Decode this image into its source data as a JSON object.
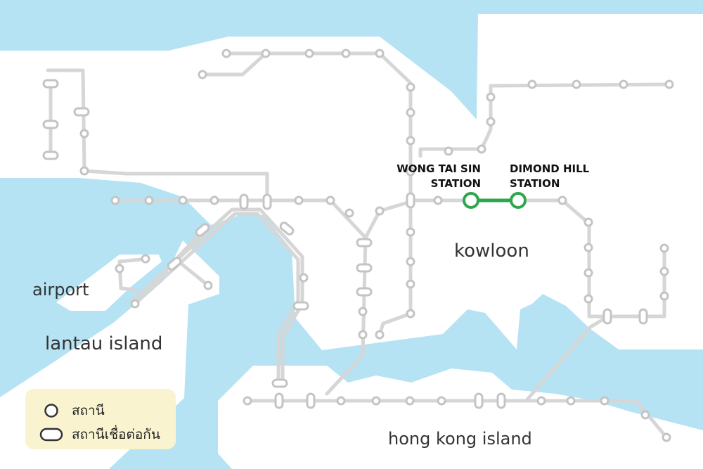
{
  "map": {
    "areas": {
      "kowloon": "kowloon",
      "airport": "airport",
      "lantau": "lantau island",
      "hong_kong_island": "hong kong island"
    },
    "highlight": {
      "color": "#2ea64c",
      "from": "WONG TAI SIN STATION",
      "to": "DIMOND HILL STATION"
    },
    "stations": {
      "wong_tai_sin": {
        "line1": "WONG TAI SIN",
        "line2": "STATION"
      },
      "diamond_hill": {
        "line1": "DIMOND HILL",
        "line2": "STATION"
      }
    },
    "colors": {
      "water": "#b5e3f3",
      "land": "#ffffff",
      "line": "#d6d6d6",
      "station_ring": "#c4c4c4",
      "legend_bg": "#f9f4cf"
    }
  },
  "legend": {
    "station": "สถานี",
    "interchange": "สถานีเชื่อต่อกัน"
  }
}
